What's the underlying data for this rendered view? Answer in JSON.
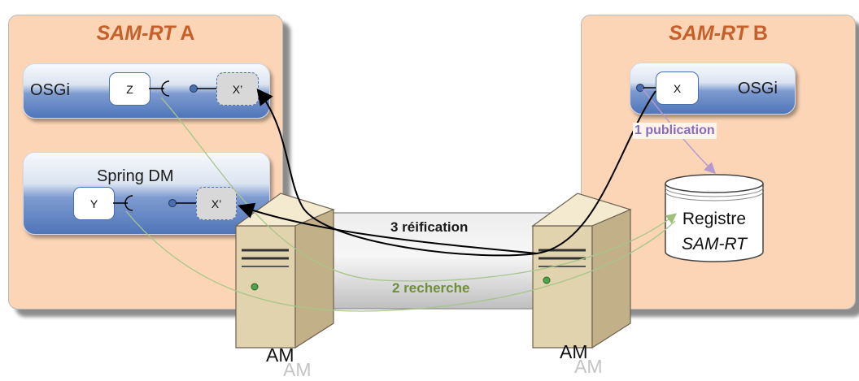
{
  "panel_a": {
    "title_italic": "SAM-RT",
    "title_suffix": " A"
  },
  "panel_b": {
    "title_italic": "SAM-RT",
    "title_suffix": " B"
  },
  "osgi_a": {
    "label": "OSGi",
    "comp_z": "Z",
    "comp_xprime": "X’"
  },
  "spring": {
    "label": "Spring DM",
    "comp_y": "Y",
    "comp_xprime": "X’"
  },
  "osgi_b": {
    "label": "OSGi",
    "comp_x": "X"
  },
  "registry": {
    "line1": "Registre",
    "line2": "SAM-RT"
  },
  "steps": {
    "publication": "1 publication",
    "recherche": "2 recherche",
    "reification": "3 réification"
  },
  "servers": {
    "left_label": "AM",
    "right_label": "AM",
    "left_ghost": "AM",
    "right_ghost": "AM"
  },
  "colors": {
    "panel_fill": "#fbd5b5",
    "title": "#c5602a",
    "publication": "#8a6bb5",
    "recherche": "#6f8f3a",
    "reification": "#1a1a1a"
  }
}
